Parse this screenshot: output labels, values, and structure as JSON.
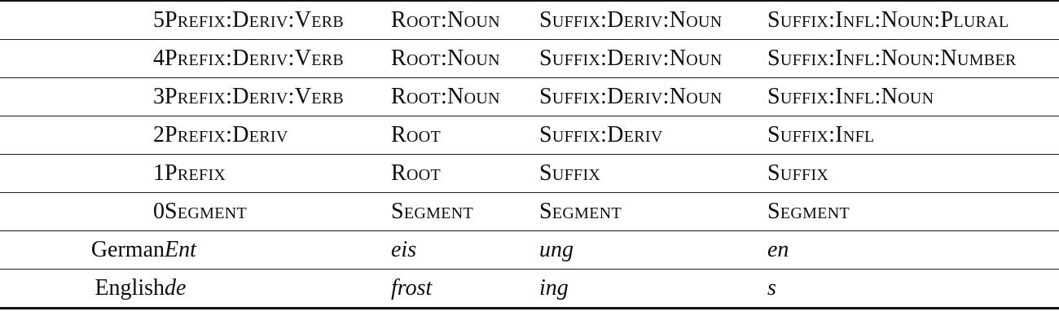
{
  "table": {
    "description": "Morphological segmentation levels for German and English example word",
    "rows": [
      {
        "label": "5",
        "cells": [
          "Prefix:Deriv:Verb",
          "Root:Noun",
          "Suffix:Deriv:Noun",
          "Suffix:Infl:Noun:Plural"
        ]
      },
      {
        "label": "4",
        "cells": [
          "Prefix:Deriv:Verb",
          "Root:Noun",
          "Suffix:Deriv:Noun",
          "Suffix:Infl:Noun:Number"
        ]
      },
      {
        "label": "3",
        "cells": [
          "Prefix:Deriv:Verb",
          "Root:Noun",
          "Suffix:Deriv:Noun",
          "Suffix:Infl:Noun"
        ]
      },
      {
        "label": "2",
        "cells": [
          "Prefix:Deriv",
          "Root",
          "Suffix:Deriv",
          "Suffix:Infl"
        ]
      },
      {
        "label": "1",
        "cells": [
          "Prefix",
          "Root",
          "Suffix",
          "Suffix"
        ]
      },
      {
        "label": "0",
        "cells": [
          "Segment",
          "Segment",
          "Segment",
          "Segment"
        ]
      },
      {
        "label": "German",
        "cells": [
          "Ent",
          "eis",
          "ung",
          "en"
        ]
      },
      {
        "label": "English",
        "cells": [
          "de",
          "frost",
          "ing",
          "s"
        ]
      }
    ],
    "text_color": "#0c0c0c",
    "rule_color": "#111111",
    "background": "#ffffff"
  }
}
